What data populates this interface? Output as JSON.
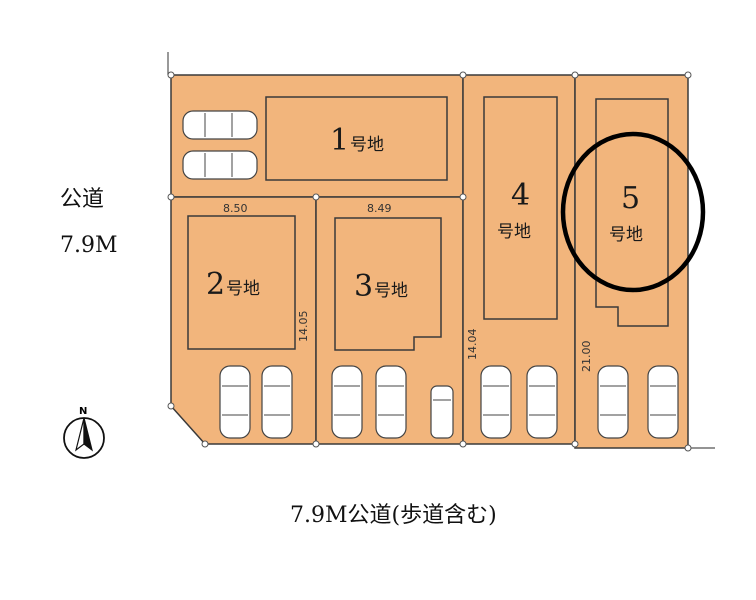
{
  "lots": [
    {
      "number": "1",
      "suffix": "号地"
    },
    {
      "number": "2",
      "suffix": "号地"
    },
    {
      "number": "3",
      "suffix": "号地"
    },
    {
      "number": "4",
      "suffix": "号地"
    },
    {
      "number": "5",
      "suffix": "号地"
    }
  ],
  "dimensions": {
    "lot2_width": "8.50",
    "lot3_width": "8.49",
    "lot2_depth": "14.05",
    "lot4_depth": "14.04",
    "lot5_depth": "21.00"
  },
  "roads": {
    "west_label": "公道",
    "west_width": "7.9M",
    "south_label": "7.9M公道(歩道含む)"
  },
  "compass": {
    "label": "N"
  },
  "highlight": {
    "lot": "5",
    "color": "#000000"
  },
  "colors": {
    "lot_fill": "#f2b57c",
    "outline": "#3a3a3a"
  }
}
